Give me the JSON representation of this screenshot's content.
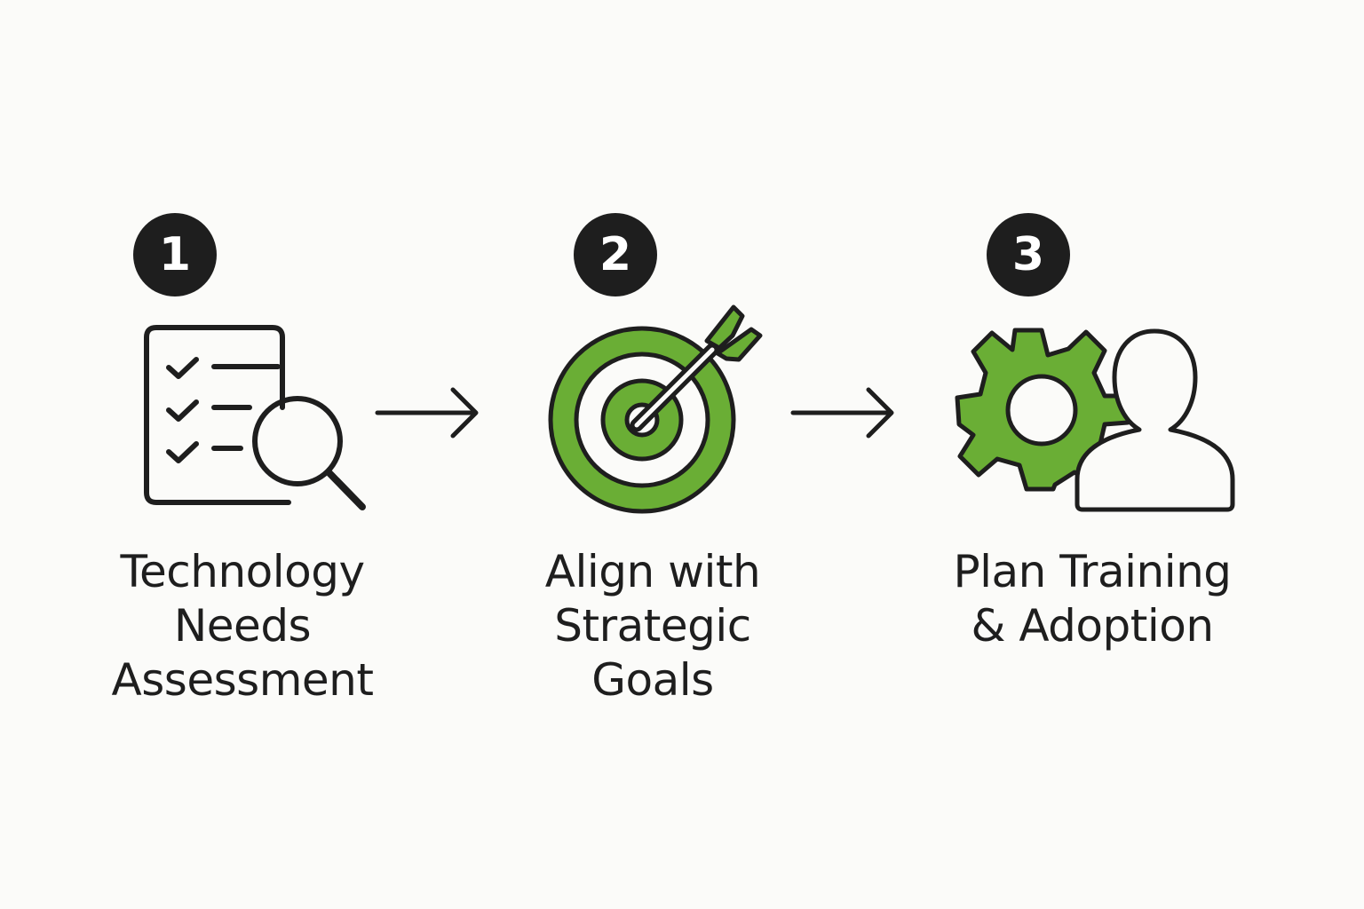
{
  "colors": {
    "accent": "#6aae35",
    "ink": "#1e1e1e",
    "background": "#fbfbf9"
  },
  "steps": [
    {
      "number": "1",
      "icon": "checklist-magnifier-icon",
      "label_lines": [
        "Technology",
        "Needs",
        "Assessment"
      ]
    },
    {
      "number": "2",
      "icon": "target-arrow-icon",
      "label_lines": [
        "Align with",
        "Strategic",
        "Goals"
      ]
    },
    {
      "number": "3",
      "icon": "gear-person-icon",
      "label_lines": [
        "Plan Training",
        "& Adoption"
      ]
    }
  ],
  "connectors": [
    "arrow-right-icon",
    "arrow-right-icon"
  ]
}
